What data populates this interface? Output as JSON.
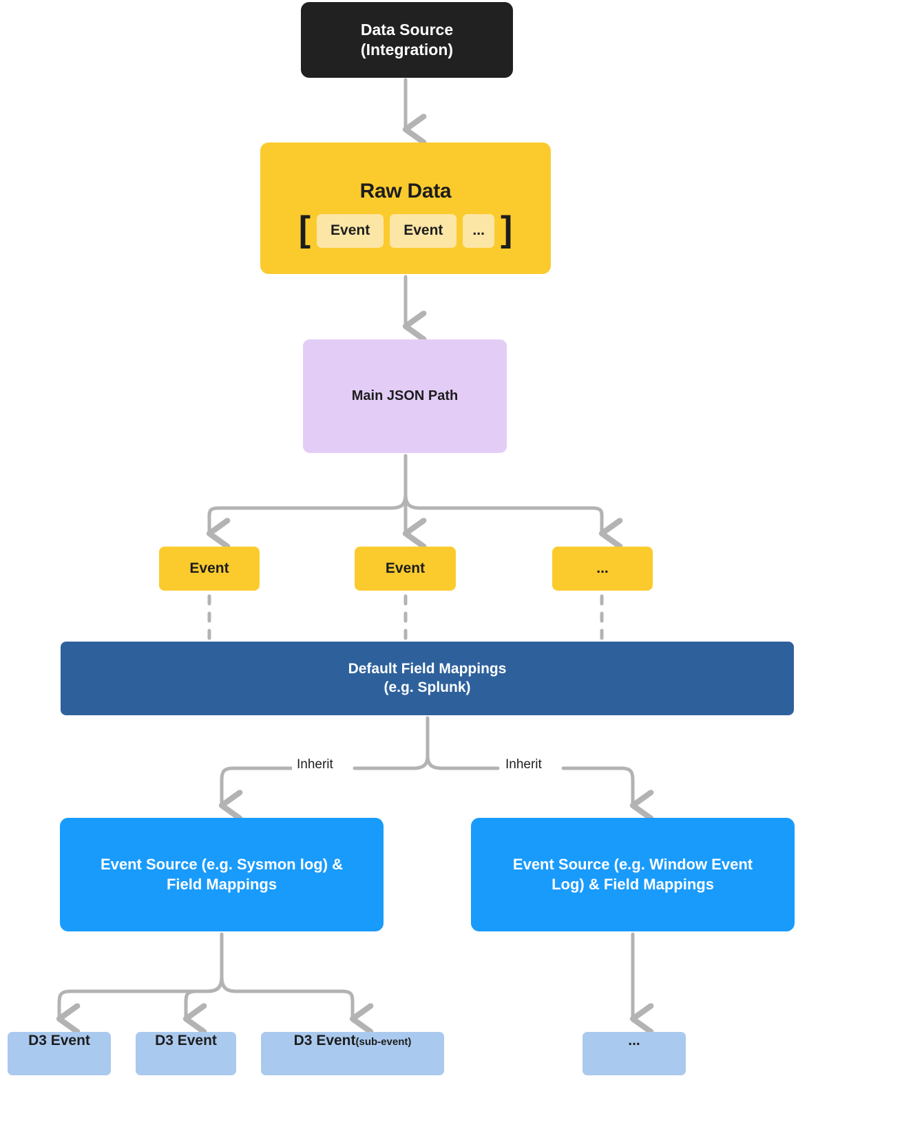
{
  "diagram": {
    "title": "Data Source Event Mapping Pipeline",
    "colors": {
      "data_source": "#212121",
      "raw_data": "#FBCB2E",
      "raw_data_chip": "#FCE6A6",
      "json_path": "#E3CDF7",
      "event": "#FBCB2E",
      "default_field_mappings": "#2E619C",
      "event_source": "#199BFC",
      "d3_event": "#AAC9EE",
      "connector": "#B3B3B3",
      "background": "#FFFFFF"
    },
    "data_source": {
      "line1": "Data Source",
      "line2": "(Integration)"
    },
    "raw_data": {
      "title": "Raw Data",
      "open_bracket": "[",
      "close_bracket": "]",
      "chips": [
        "Event",
        "Event",
        "..."
      ]
    },
    "json_path": {
      "label": "Main JSON Path"
    },
    "events": [
      {
        "label": "Event"
      },
      {
        "label": "Event"
      },
      {
        "label": "..."
      }
    ],
    "default_field_mappings": {
      "line1": "Default Field Mappings",
      "line2": "(e.g. Splunk)"
    },
    "edge_labels": {
      "inherit_left": "Inherit",
      "inherit_right": "Inherit"
    },
    "event_sources": [
      {
        "line1": "Event Source (e.g. Sysmon log) &",
        "line2": "Field Mappings"
      },
      {
        "line1": "Event Source (e.g. Window Event",
        "line2": "Log) & Field Mappings"
      }
    ],
    "d3_events": [
      {
        "label": "D3 Event",
        "suffix": ""
      },
      {
        "label": "D3 Event",
        "suffix": ""
      },
      {
        "label": "D3 Event",
        "suffix": "(sub-event)"
      },
      {
        "label": "...",
        "suffix": ""
      }
    ]
  }
}
